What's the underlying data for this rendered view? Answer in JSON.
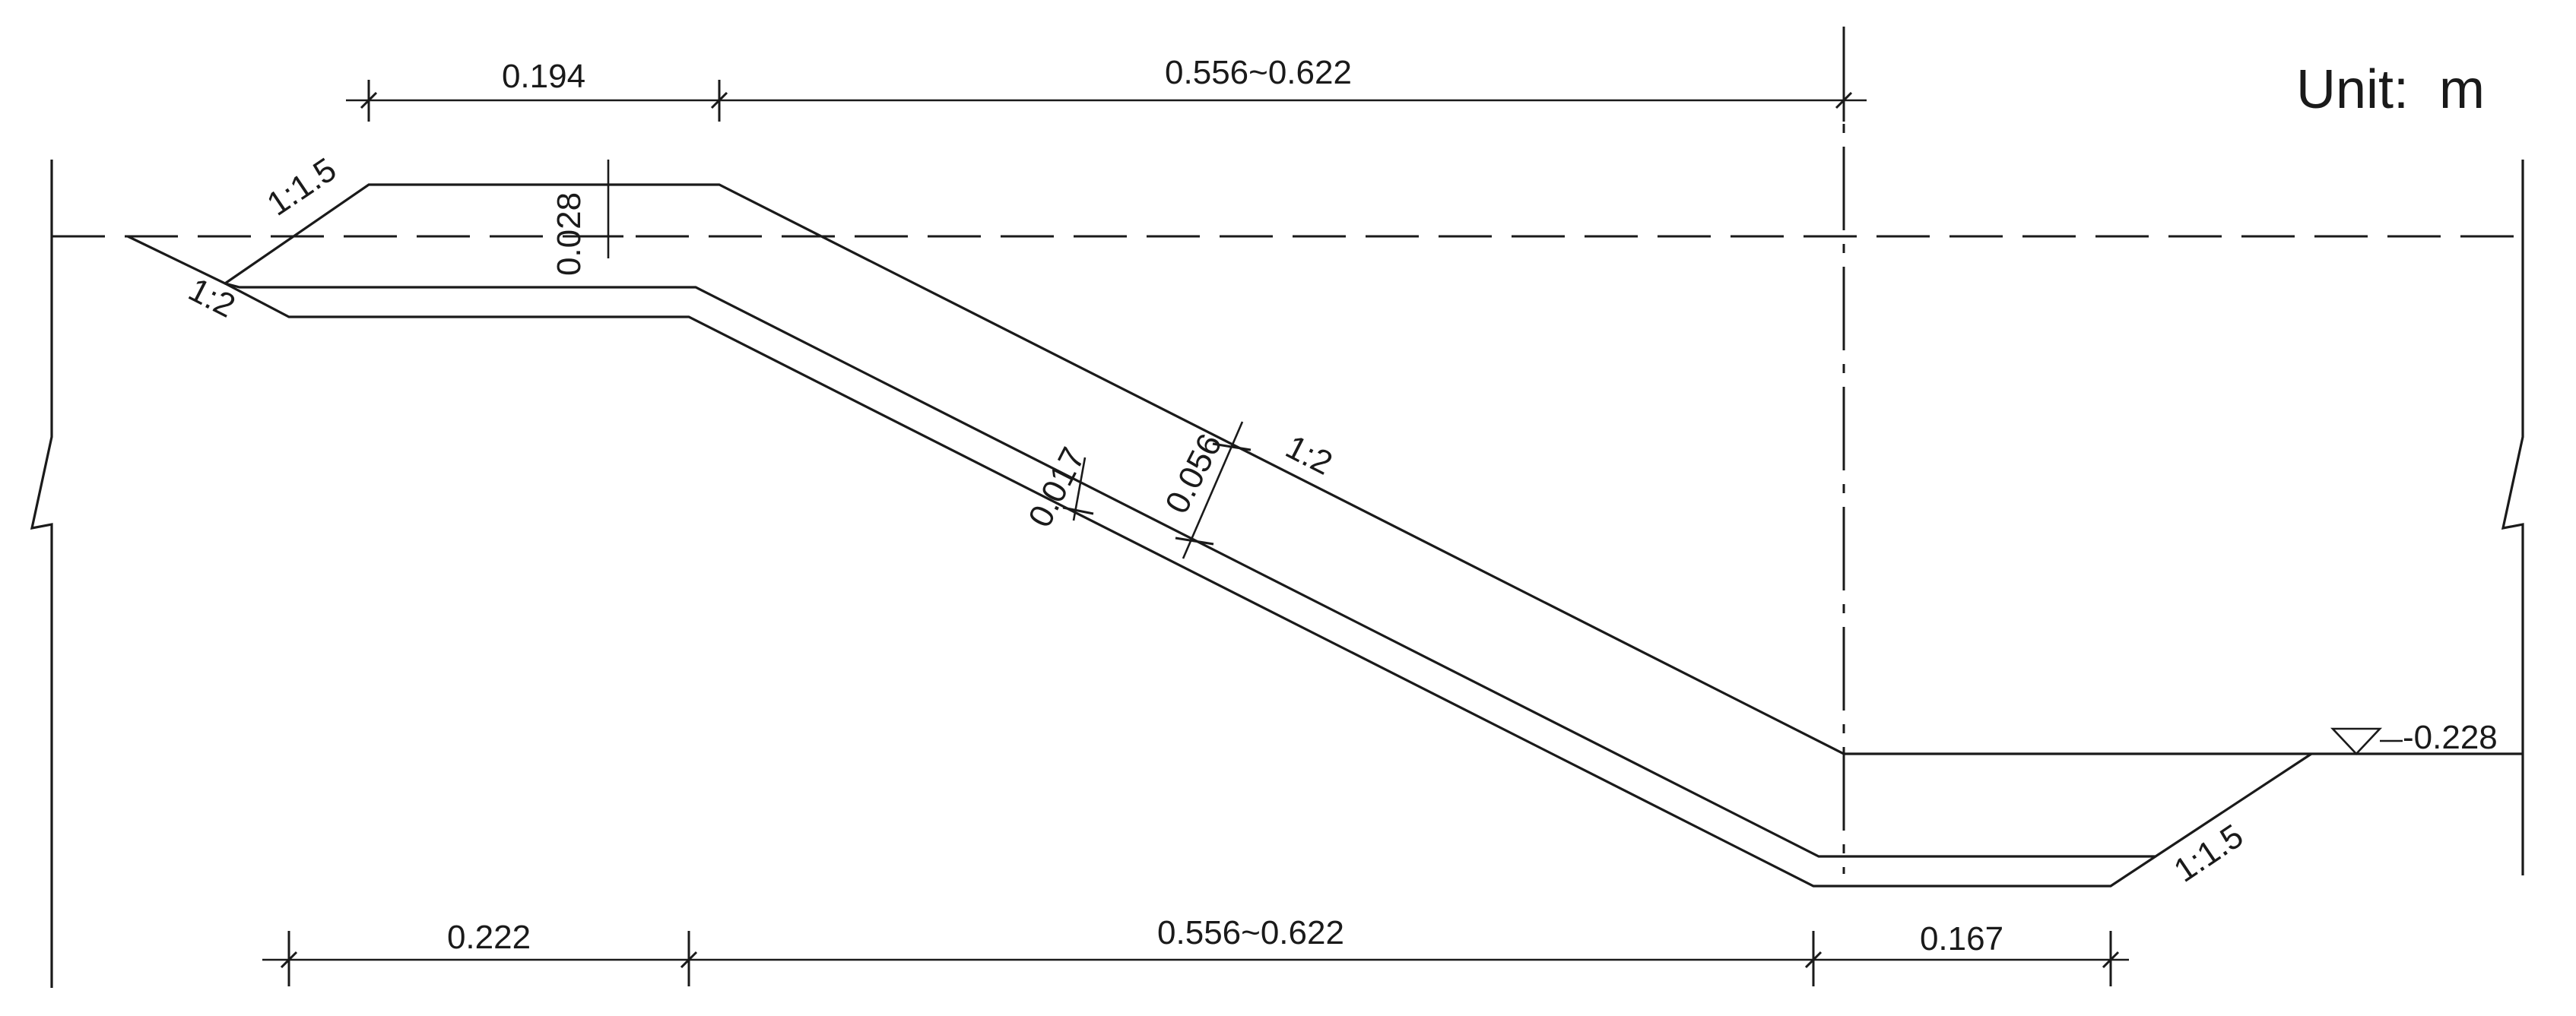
{
  "unit_label": "Unit:  m",
  "top_dimensions": {
    "berm_width": "0.194",
    "slope_span": "0.556~0.622"
  },
  "bottom_dimensions": {
    "toe_width": "0.222",
    "slope_span": "0.556~0.622",
    "bed_width": "0.167"
  },
  "vertical_dimensions": {
    "freeboard": "0.028"
  },
  "thickness_dimensions": {
    "armor_layer": "0.056",
    "filter_layer": "0.017"
  },
  "slope_ratios": {
    "upper_left": "1:1.5",
    "left_toe": "1:2",
    "main_slope": "1:2",
    "right_bank": "1:1.5"
  },
  "water_level_mark": "-0.228"
}
